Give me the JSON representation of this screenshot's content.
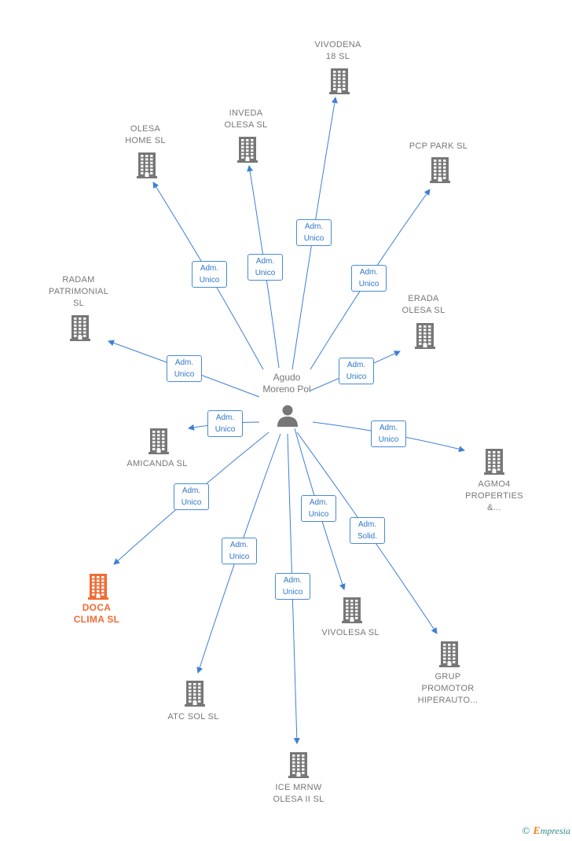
{
  "center": {
    "label": "Agudo\nMoreno Pol"
  },
  "colors": {
    "edge": "#3d7fd6",
    "building": "#777777",
    "highlight": "#f26b33"
  },
  "nodes": [
    {
      "id": "vivodena",
      "label": "VIVODENA\n18  SL",
      "highlight": false
    },
    {
      "id": "inveda",
      "label": "INVEDA\nOLESA SL",
      "highlight": false
    },
    {
      "id": "olesa_home",
      "label": "OLESA\nHOME  SL",
      "highlight": false
    },
    {
      "id": "pcp_park",
      "label": "PCP PARK  SL",
      "highlight": false
    },
    {
      "id": "radam",
      "label": "RADAM\nPATRIMONIAL\nSL",
      "highlight": false
    },
    {
      "id": "erada",
      "label": "ERADA\nOLESA  SL",
      "highlight": false
    },
    {
      "id": "amicanda",
      "label": "AMICANDA  SL",
      "highlight": false
    },
    {
      "id": "agmo4",
      "label": "AGMO4\nPROPERTIES\n&...",
      "highlight": false
    },
    {
      "id": "doca",
      "label": "DOCA\nCLIMA  SL",
      "highlight": true
    },
    {
      "id": "vivolesa",
      "label": "VIVOLESA  SL",
      "highlight": false
    },
    {
      "id": "grup",
      "label": "GRUP\nPROMOTOR\nHIPERAUTO...",
      "highlight": false
    },
    {
      "id": "atc_sol",
      "label": "ATC SOL  SL",
      "highlight": false
    },
    {
      "id": "ice_mrnw",
      "label": "ICE MRNW\nOLESA II  SL",
      "highlight": false
    }
  ],
  "edges": [
    {
      "to": "vivodena",
      "label": "Adm.\nUnico"
    },
    {
      "to": "inveda",
      "label": "Adm.\nUnico"
    },
    {
      "to": "olesa_home",
      "label": "Adm.\nUnico"
    },
    {
      "to": "pcp_park",
      "label": "Adm.\nUnico"
    },
    {
      "to": "radam",
      "label": "Adm.\nUnico"
    },
    {
      "to": "erada",
      "label": "Adm.\nUnico"
    },
    {
      "to": "amicanda",
      "label": "Adm.\nUnico"
    },
    {
      "to": "agmo4",
      "label": "Adm.\nUnico"
    },
    {
      "to": "doca",
      "label": "Adm.\nUnico"
    },
    {
      "to": "vivolesa",
      "label": "Adm.\nUnico"
    },
    {
      "to": "grup",
      "label": "Adm.\nSolid."
    },
    {
      "to": "atc_sol",
      "label": "Adm.\nUnico"
    },
    {
      "to": "ice_mrnw",
      "label": "Adm.\nUnico"
    }
  ],
  "footer": {
    "copyright": "©",
    "brand_initial": "E",
    "brand_rest": "mpresia"
  }
}
